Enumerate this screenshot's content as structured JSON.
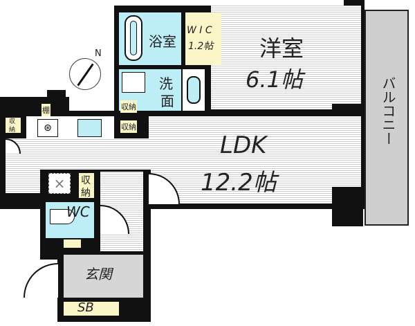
{
  "rooms": {
    "western": {
      "name": "洋室",
      "size": "6.1帖"
    },
    "ldk": {
      "name": "LDK",
      "size": "12.2帖"
    },
    "bath": "浴室",
    "wic": {
      "name": "W I C",
      "size": "1.2帖"
    },
    "washroom": [
      "洗",
      "面"
    ],
    "storage": "収納",
    "storage_vertical": [
      "収",
      "納"
    ],
    "shelf": "棚",
    "wc": "WC",
    "entrance": "玄関",
    "shoebox": "SB",
    "balcony": "バルコニー"
  },
  "compass": {
    "label": "N"
  },
  "colors": {
    "wet_area": "#bdeef6",
    "storage": "#fbf6c8",
    "entrance": "#d6d6d6",
    "wall": "#111111"
  }
}
